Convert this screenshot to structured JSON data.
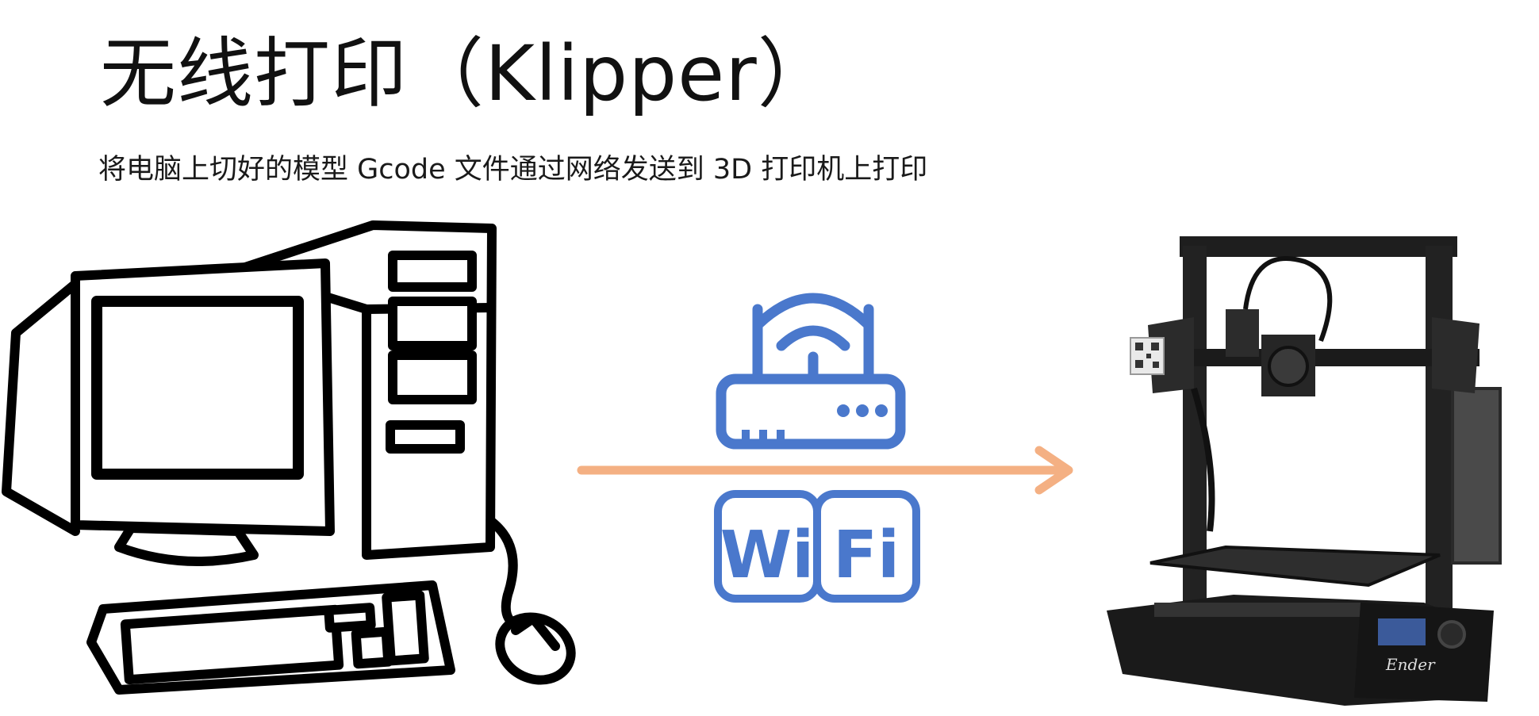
{
  "title": "无线打印（Klipper）",
  "subtitle": "将电脑上切好的模型 Gcode 文件通过网络发送到 3D 打印机上打印",
  "wifi_badge": {
    "left": "Wi",
    "right": "Fi"
  },
  "printer_brand": "Ender",
  "colors": {
    "network_blue": "#4a78cc",
    "arrow_orange": "#f4b083",
    "printer_frame": "#1e1e1e",
    "computer_outline": "#000000"
  },
  "icons": {
    "computer": "desktop-computer-icon",
    "router": "wifi-router-icon",
    "wifi": "wifi-badge-icon",
    "arrow": "arrow-right-icon",
    "printer": "3d-printer-icon"
  }
}
